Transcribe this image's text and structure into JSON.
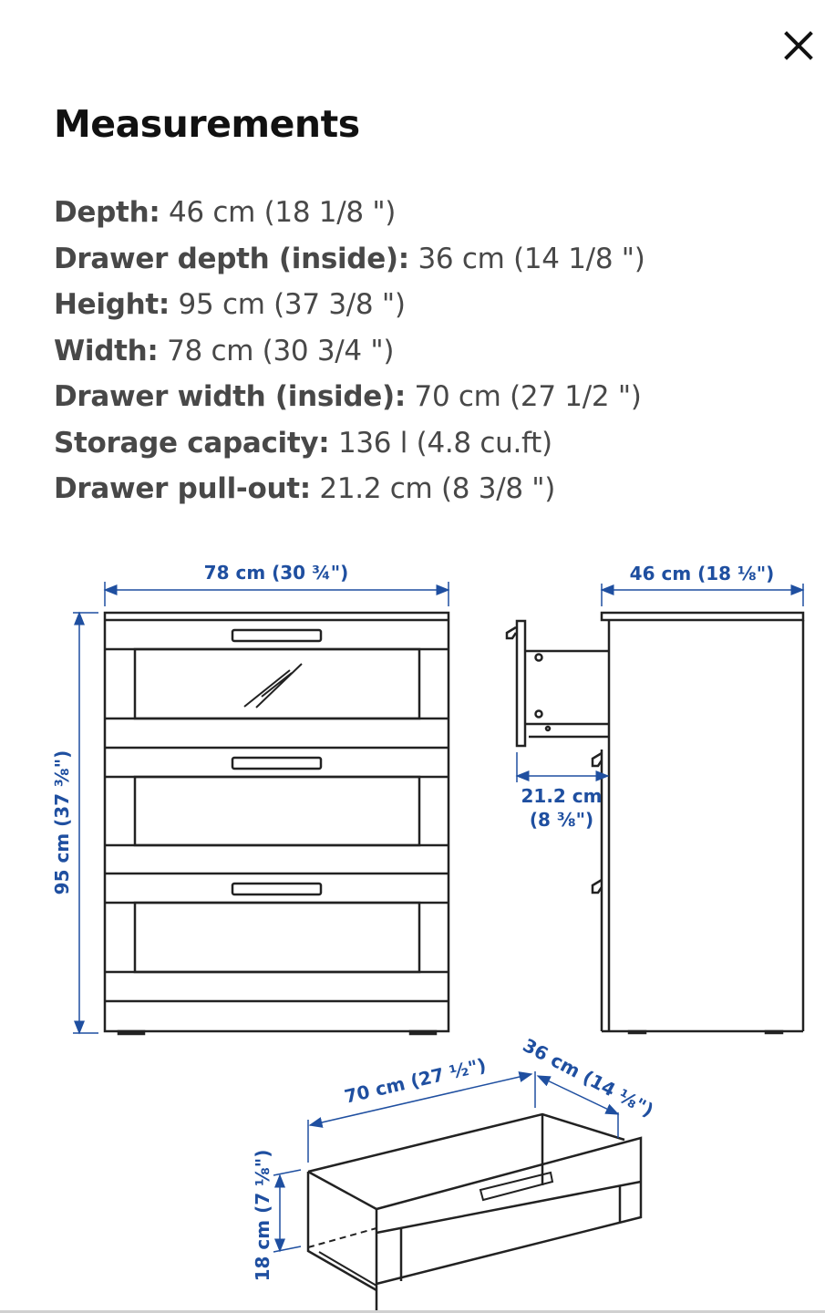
{
  "header": {
    "title": "Measurements",
    "close_icon": "close-icon"
  },
  "specs": [
    {
      "label": "Depth:",
      "value": "46 cm (18 1/8 \")"
    },
    {
      "label": "Drawer depth (inside):",
      "value": "36 cm (14 1/8 \")"
    },
    {
      "label": "Height:",
      "value": "95 cm (37 3/8 \")"
    },
    {
      "label": "Width:",
      "value": "78 cm (30 3/4 \")"
    },
    {
      "label": "Drawer width (inside):",
      "value": "70 cm (27 1/2 \")"
    },
    {
      "label": "Storage capacity:",
      "value": "136 l (4.8 cu.ft)"
    },
    {
      "label": "Drawer pull-out:",
      "value": "21.2 cm (8 3/8 \")"
    }
  ],
  "diagram": {
    "width_label": "78 cm (30 ¾\")",
    "height_label": "95 cm (37 ⅜\")",
    "depth_label": "46 cm (18 ⅛\")",
    "pullout_label_1": "21.2 cm",
    "pullout_label_2": "(8 ⅜\")",
    "drawer_width_label": "70 cm (27 ½\")",
    "drawer_depth_label": "36 cm (14 ⅛\")",
    "drawer_height_label": "18 cm (7 ⅛\")",
    "dimension_color": "#1f4fa0"
  }
}
